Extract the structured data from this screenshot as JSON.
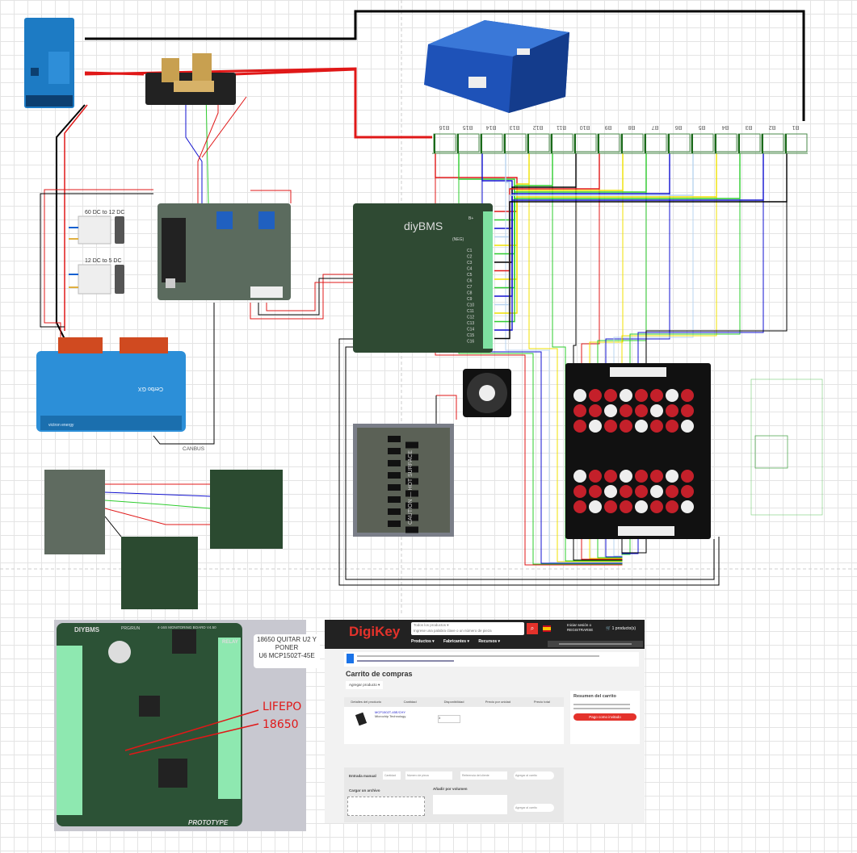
{
  "converters": {
    "top_label": "60 DC to 12 DC",
    "bottom_label": "12 DC to 5 DC"
  },
  "canbus_label": "CANBUS",
  "cerbo": {
    "brand": "victron energy",
    "name": "Cerbo GX"
  },
  "cell_labels": [
    "B16",
    "B15",
    "B14",
    "B13",
    "B12",
    "B11",
    "B10",
    "B9",
    "B8",
    "B7",
    "B6",
    "B5",
    "B4",
    "B3",
    "B2",
    "B1"
  ],
  "bms_board": {
    "logo": "diyBMS",
    "neg": "(NEG)",
    "pos": "B+",
    "cells": [
      "C1",
      "C2",
      "C3",
      "C4",
      "C5",
      "C6",
      "C7",
      "C8",
      "C9",
      "C10",
      "C11",
      "C12",
      "C13",
      "C14",
      "C15",
      "C16"
    ]
  },
  "balancer_board": {
    "caution": "CAUTION — HOT SURFACE"
  },
  "module_board": {
    "brand": "DIYBMS",
    "prg": "PRG/RUN",
    "title": "4-16S MONITORING BOARD V4.50",
    "relay": "RELAY",
    "prototype": "PROTOTYPE"
  },
  "handwritten": {
    "line1": "LIFEPO",
    "line2": "18650"
  },
  "note": {
    "line1": "18650 QUITAR U2 Y",
    "line2": "PONER",
    "line3": "U6 MCP1502T-45E"
  },
  "digikey": {
    "logo": "DigiKey",
    "search_category": "Todos los productos ▾",
    "search_placeholder": "Ingrese una palabra clave o un número de pieza",
    "login": "Iniciar sesión o REGISTRARSE",
    "cart": "1 producto(s)",
    "nav": [
      "Productos ▾",
      "Fabricantes ▾",
      "Recursos ▾"
    ],
    "title": "Carrito de compras",
    "add_product": "Agregar producto ▾",
    "table_headers": [
      "Detalles del producto",
      "Cantidad",
      "Disponibilidad",
      "Precio por unidad",
      "Precio total"
    ],
    "product_pn": "MCP1502T-45E/CHY",
    "product_mfr": "Microchip Technology",
    "quantity": "3",
    "summary_title": "Resumen del carrito",
    "pay_button": "Pago como invitado",
    "manual_entry": "Entrada manual",
    "upload": "Cargar un archivo",
    "bulk_add": "Añadir por volumen",
    "qty_placeholder": "Cantidad",
    "pn_placeholder": "Número de pieza",
    "ref_placeholder": "Referencia del cliente",
    "add_to_cart": "Agregar al carrito"
  },
  "colors": {
    "red": "#e01818",
    "black": "#000000",
    "green": "#2ecc2e",
    "blue": "#1010d0",
    "yellow": "#f0e000",
    "lightblue": "#b8d4f0",
    "pcb": "#2f4a33",
    "victron": "#1d7bc4"
  }
}
